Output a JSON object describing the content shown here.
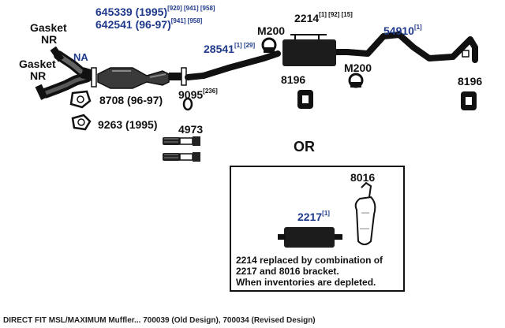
{
  "labels": {
    "gasket_nr_top": "Gasket",
    "gasket_nr_top_2": "NR",
    "gasket_nr_bottom": "Gasket",
    "gasket_nr_bottom_2": "NR",
    "na": "NA",
    "cat_pn_1": "645339 (1995)",
    "cat_pn_1_sup": "[920] [941] [958]",
    "cat_pn_2": "642541 (96-97)",
    "cat_pn_2_sup": "[941] [958]",
    "gasket_8708": "8708 (96-97)",
    "gasket_9263": "9263 (1995)",
    "gasket_9095": "9095",
    "gasket_9095_sup": "[236]",
    "bolt_4973": "4973",
    "pipe_28541": "28541",
    "pipe_28541_sup": "[1] [29]",
    "clamp_m200_a": "M200",
    "clamp_m200_b": "M200",
    "muffler_2214": "2214",
    "muffler_2214_sup": "[1] [92] [15]",
    "hanger_8196_a": "8196",
    "hanger_8196_b": "8196",
    "tail_54910": "54910",
    "tail_54910_sup": "[1]",
    "or": "OR",
    "bracket_8016": "8016",
    "muffler_2217": "2217",
    "muffler_2217_sup": "[1]",
    "note_line_1": "2214 replaced by combination of",
    "note_line_2": "2217 and 8016 bracket.",
    "note_line_3": "When inventories are depleted.",
    "footer": "DIRECT FIT MSL/MAXIMUM Muffler... 700039 (Old Design), 700034 (Revised Design)"
  }
}
